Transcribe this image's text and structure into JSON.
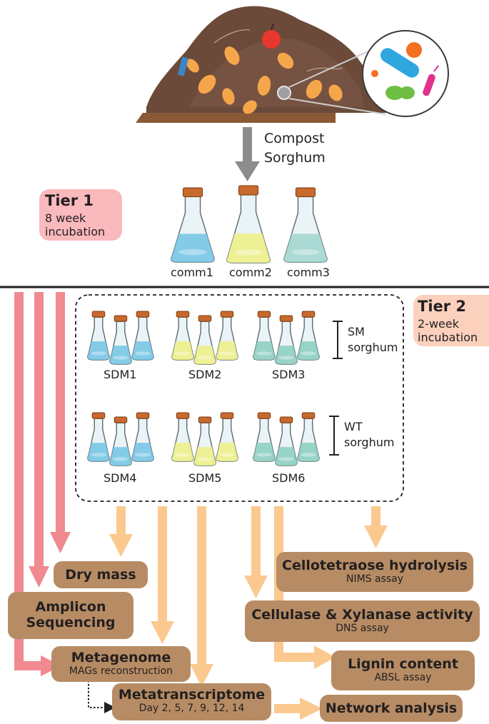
{
  "top": {
    "arrow_label_line1": "Compost",
    "arrow_label_line2": "Sorghum"
  },
  "tier1": {
    "title": "Tier 1",
    "subtitle_line1": "8 week",
    "subtitle_line2": "incubation",
    "flasks": [
      {
        "label": "comm1",
        "liquid": "#79c6e6"
      },
      {
        "label": "comm2",
        "liquid": "#eef08a"
      },
      {
        "label": "comm3",
        "liquid": "#a3d7cf"
      }
    ]
  },
  "tier2": {
    "title": "Tier 2",
    "subtitle_line1": "2-week",
    "subtitle_line2": "incubation",
    "groups": [
      {
        "label": "SDM1",
        "liquid": "#79c6e6"
      },
      {
        "label": "SDM2",
        "liquid": "#eef08a"
      },
      {
        "label": "SDM3",
        "liquid": "#8fcfc2"
      },
      {
        "label": "SDM4",
        "liquid": "#79c6e6"
      },
      {
        "label": "SDM5",
        "liquid": "#eef08a"
      },
      {
        "label": "SDM6",
        "liquid": "#8fcfc2"
      }
    ],
    "sm_line1": "SM",
    "sm_line2": "sorghum",
    "wt_line1": "WT",
    "wt_line2": "sorghum"
  },
  "analyses": {
    "dry_mass": "Dry mass",
    "amplicon_line1": "Amplicon",
    "amplicon_line2": "Sequencing",
    "metagenome_title": "Metagenome",
    "metagenome_sub": "MAGs reconstruction",
    "metatranscriptome_title": "Metatranscriptome",
    "metatranscriptome_sub": "Day 2, 5, 7, 9, 12, 14",
    "cellotetraose_title": "Cellotetraose hydrolysis",
    "cellotetraose_sub": "NIMS assay",
    "cellulase_title": "Cellulase & Xylanase activity",
    "cellulase_sub": "DNS assay",
    "lignin_title": "Lignin content",
    "lignin_sub": "ABSL assay",
    "network": "Network analysis"
  },
  "colors": {
    "tier1_arrow": "#f08a90",
    "tier2_arrow": "#fbc98f",
    "box": "#b78c64",
    "tier1_bg": "#f9b9bd",
    "tier2_bg": "#fbd0bd",
    "compost": "#6b4a3a",
    "cap": "#c8692d"
  }
}
